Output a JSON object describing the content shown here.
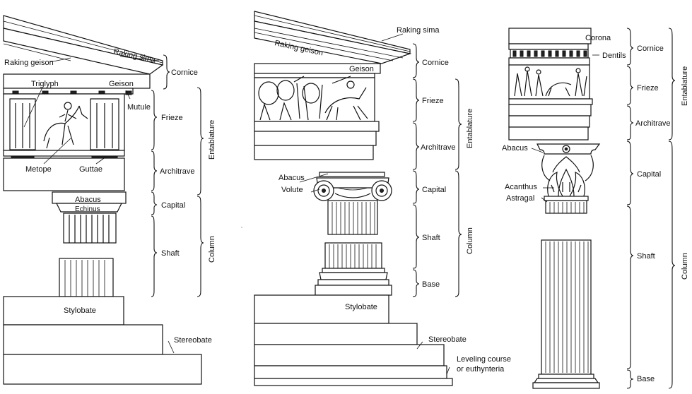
{
  "doric": {
    "raking_sima": "Raking sima",
    "raking_geison": "Raking geison",
    "triglyph": "Triglyph",
    "geison": "Geison",
    "mutule": "Mutule",
    "metope": "Metope",
    "guttae": "Guttae",
    "abacus": "Abacus",
    "echinus": "Echinus",
    "stylobate": "Stylobate",
    "stereobate": "Stereobate",
    "cornice": "Cornice",
    "frieze": "Frieze",
    "architrave": "Architrave",
    "capital": "Capital",
    "shaft": "Shaft",
    "entablature": "Entablature",
    "column": "Column"
  },
  "ionic": {
    "raking_sima": "Raking sima",
    "raking_geison": "Raking geison",
    "geison": "Geison",
    "abacus": "Abacus",
    "volute": "Volute",
    "stylobate": "Stylobate",
    "stereobate": "Stereobate",
    "leveling_line1": "Leveling course",
    "leveling_line2": "or euthynteria",
    "cornice": "Cornice",
    "frieze": "Frieze",
    "architrave": "Architrave",
    "capital": "Capital",
    "shaft": "Shaft",
    "base": "Base",
    "entablature": "Entablature",
    "column": "Column"
  },
  "corinthian": {
    "corona": "Corona",
    "dentils": "Dentils",
    "abacus": "Abacus",
    "acanthus": "Acanthus",
    "astragal": "Astragal",
    "cornice": "Cornice",
    "frieze": "Frieze",
    "architrave": "Architrave",
    "capital": "Capital",
    "shaft": "Shaft",
    "base": "Base",
    "entablature": "Entablature",
    "column": "Column"
  }
}
